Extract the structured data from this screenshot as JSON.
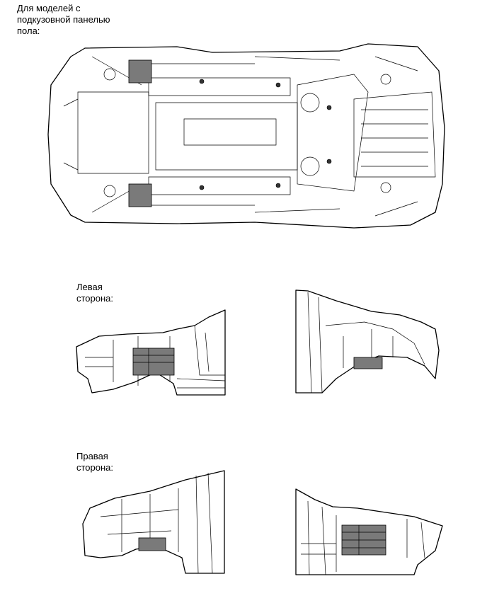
{
  "captions": {
    "top_line1": "Для моделей с",
    "top_line2": "подкузовной панелью",
    "top_line3": "пола:",
    "left_line1": "Левая",
    "left_line2": "сторона:",
    "right_line1": "Правая",
    "right_line2": "сторона:"
  },
  "colors": {
    "line": "#000000",
    "background": "#ffffff",
    "highlight": "#7a7a7a"
  }
}
